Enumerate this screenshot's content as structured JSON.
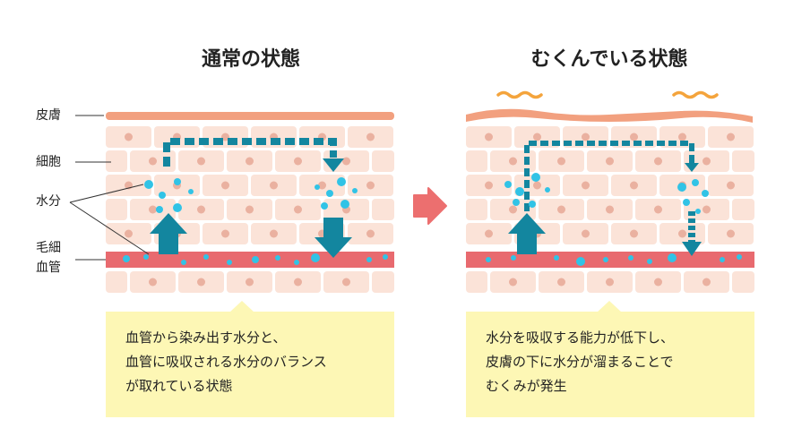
{
  "panels": [
    {
      "title": "通常の状態",
      "note_lines": [
        "血管から染み出す水分と、",
        "血管に吸収される水分のバランス",
        "が取れている状態"
      ]
    },
    {
      "title": "むくんでいる状態",
      "note_lines": [
        "水分を吸収する能力が低下し、",
        "皮膚の下に水分が溜まることで",
        "むくみが発生"
      ]
    }
  ],
  "labels": {
    "skin": "皮膚",
    "cell": "細胞",
    "water": "水分",
    "capillary_line1": "毛細",
    "capillary_line2": "血管"
  },
  "colors": {
    "skin": "#f2a07f",
    "cell_fill": "#fbe3d8",
    "cell_nucleus": "#eab1a0",
    "capillary": "#e86a6f",
    "water": "#31c3e6",
    "arrow": "#13869f",
    "transition_arrow": "#ec6f6f",
    "swell_mark": "#f4a43c",
    "note_bg": "#fdf7b5"
  }
}
